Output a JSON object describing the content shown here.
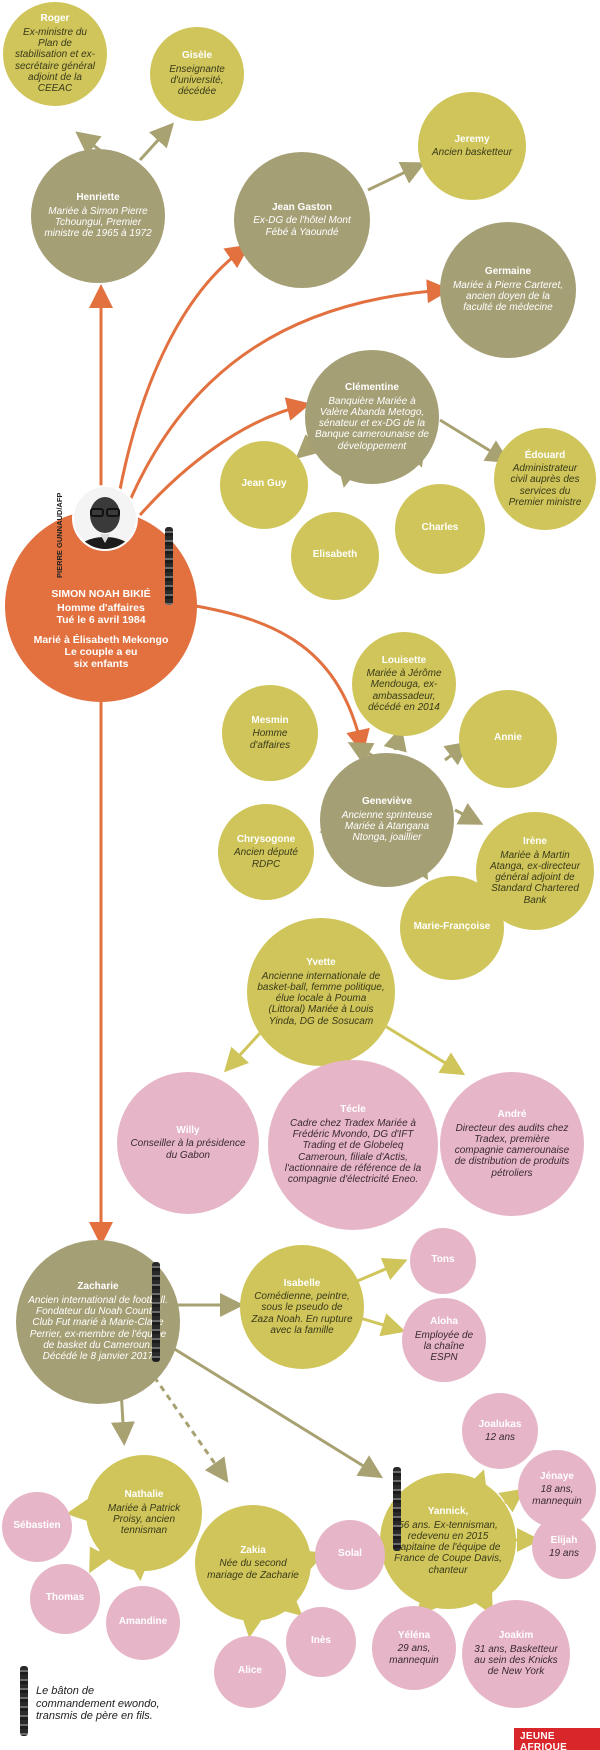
{
  "root": {
    "name": "SIMON NOAH BIKIÉ",
    "role": "Homme d'affaires",
    "death": "Tué le 6 avril 1984",
    "marriage": "Marié à Élisabeth Mekongo",
    "children_1": "Le couple a eu",
    "children_2": "six enfants",
    "photo_credit": "PIERRE GUNNAUD/AFP"
  },
  "people": {
    "roger": {
      "name": "Roger",
      "desc": "Ex-ministre du Plan de stabilisation et ex-secrétaire général adjoint de la CEEAC"
    },
    "gisele": {
      "name": "Gisèle",
      "desc": "Enseignante d'université, décédée"
    },
    "henriette": {
      "name": "Henriette",
      "desc": "Mariée à Simon Pierre Tchoungui, Premier ministre de 1965 à 1972"
    },
    "jeremy": {
      "name": "Jeremy",
      "desc": "Ancien basketteur"
    },
    "jean_gaston": {
      "name": "Jean Gaston",
      "desc": "Ex-DG de l'hôtel Mont Fébé à Yaoundé"
    },
    "germaine": {
      "name": "Germaine",
      "desc": "Mariée à Pierre Carteret, ancien doyen de la faculté de médecine"
    },
    "clementine": {
      "name": "Clémentine",
      "desc": "Banquière Mariée à Valère Abanda Metogo, sénateur et ex-DG de la Banque camerounaise de développement"
    },
    "jean_guy": {
      "name": "Jean Guy",
      "desc": ""
    },
    "elisabeth": {
      "name": "Elisabeth",
      "desc": ""
    },
    "charles": {
      "name": "Charles",
      "desc": ""
    },
    "edouard": {
      "name": "Édouard",
      "desc": "Administrateur civil auprès des services du Premier ministre"
    },
    "louisette": {
      "name": "Louisette",
      "desc": "Mariée à Jérôme Mendouga, ex-ambassadeur, décédé en 2014"
    },
    "mesmin": {
      "name": "Mesmin",
      "desc": "Homme d'affaires"
    },
    "annie": {
      "name": "Annie",
      "desc": ""
    },
    "genevieve": {
      "name": "Geneviève",
      "desc": "Ancienne sprinteuse Mariée à Atangana Ntonga, joaillier"
    },
    "chrysogone": {
      "name": "Chrysogone",
      "desc": "Ancien député RDPC"
    },
    "irene": {
      "name": "Irène",
      "desc": "Mariée à Martin Atanga, ex-directeur général adjoint de Standard Chartered Bank"
    },
    "marie_francoise": {
      "name": "Marie-Françoise",
      "desc": ""
    },
    "yvette": {
      "name": "Yvette",
      "desc": "Ancienne internationale de basket-ball, femme politique, élue locale à Pouma (Littoral) Mariée à Louis Yinda, DG de Sosucam"
    },
    "willy": {
      "name": "Willy",
      "desc": "Conseiller à la présidence du Gabon"
    },
    "tecle": {
      "name": "Técle",
      "desc": "Cadre chez Tradex Mariée à Frédéric Mvondo, DG d'IFT Trading et de Globeleq Cameroun, filiale d'Actis, l'actionnaire de référence de la compagnie d'électricité Eneo."
    },
    "andre": {
      "name": "André",
      "desc": "Directeur des audits chez Tradex, première compagnie camerounaise de distribution de produits pétroliers"
    },
    "zacharie": {
      "name": "Zacharie",
      "desc": "Ancien international de football. Fondateur du Noah Country Club Fut marié à Marie-Claire Perrier, ex-membre de l'équipe de basket du Cameroun. Décédé le 8 janvier 2017"
    },
    "isabelle": {
      "name": "Isabelle",
      "desc": "Comédienne, peintre, sous le pseudo de Zaza Noah. En rupture avec la famille"
    },
    "tons": {
      "name": "Tons",
      "desc": ""
    },
    "aloha": {
      "name": "Aloha",
      "desc": "Employée de la chaîne ESPN"
    },
    "joalukas": {
      "name": "Joalukas",
      "desc": "12 ans"
    },
    "jenaye": {
      "name": "Jénaye",
      "desc": "18 ans, mannequin"
    },
    "yannick": {
      "name": "Yannick,",
      "desc": "56 ans. Ex-tennisman, redevenu en 2015 capitaine de l'équipe de France de Coupe Davis, chanteur"
    },
    "eleejah": {
      "name": "Elijah",
      "desc": "19 ans"
    },
    "yelena": {
      "name": "Yéléna",
      "desc": "29 ans, mannequin"
    },
    "joakim": {
      "name": "Joakim",
      "desc": "31 ans, Basketteur au sein des Knicks de New York"
    },
    "nathalie": {
      "name": "Nathalie",
      "desc": "Mariée à Patrick Proisy, ancien tennisman"
    },
    "sebastien": {
      "name": "Sébastien",
      "desc": ""
    },
    "thomas": {
      "name": "Thomas",
      "desc": ""
    },
    "amandine": {
      "name": "Amandine",
      "desc": ""
    },
    "zakia": {
      "name": "Zakia",
      "desc": "Née du second mariage de Zacharie"
    },
    "solal": {
      "name": "Solal",
      "desc": ""
    },
    "ines": {
      "name": "Inès",
      "desc": ""
    },
    "alice": {
      "name": "Alice",
      "desc": ""
    }
  },
  "legend": {
    "text": "Le bâton de commandement ewondo, transmis de père en fils."
  },
  "brand": {
    "label": "JEUNE AFRIQUE"
  },
  "colors": {
    "orange": "#e2713f",
    "olive": "#a59f76",
    "gold": "#cfc55a",
    "pink": "#e6b6c8",
    "link_olive": "#a8a272",
    "link_gold": "#cfc55a"
  }
}
